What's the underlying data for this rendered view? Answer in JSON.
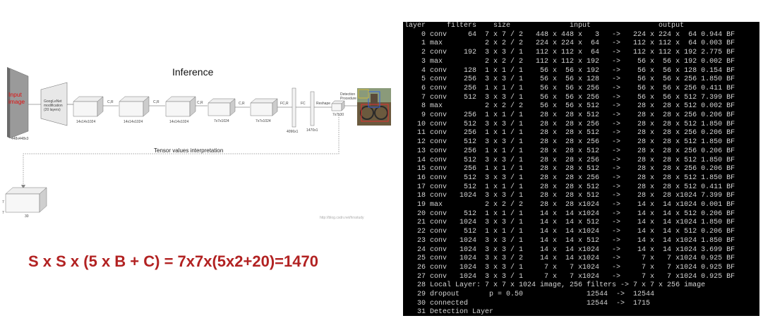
{
  "diagram": {
    "title": "Inference",
    "input_label": "Input image",
    "input_size": "448x448x3",
    "googlenet_label": "GoogLeNet modification (20 layers)",
    "block_sizes": [
      "14x14x1024",
      "14x14x1024",
      "14x14x1024",
      "7x7x1024",
      "7x7x1024"
    ],
    "conn_labels": [
      "C,R",
      "C,R",
      "C,R",
      "C,R",
      "FC,R",
      "FC",
      "Reshape"
    ],
    "fc1_size": "4096x1",
    "fc2_size": "1470x1",
    "reshape_size": "7x7x30",
    "detection_label": "Detection Procedure",
    "tensor_interpretation": "Tensor values interpretation",
    "tensor_dims": {
      "h": "7",
      "w": "30",
      "d": "7"
    },
    "watermark": "http://blog.csdn.net/hrsstudy"
  },
  "formula": "S x S x (5 x B + C) = 7x7x(5x2+20)=1470",
  "terminal": {
    "lines": [
      "layer     filters    size              input                output",
      "    0 conv     64  7 x 7 / 2   448 x 448 x   3   ->   224 x 224 x  64 0.944 BF",
      "    1 max          2 x 2 / 2   224 x 224 x  64   ->   112 x 112 x  64 0.003 BF",
      "    2 conv    192  3 x 3 / 1   112 x 112 x  64   ->   112 x 112 x 192 2.775 BF",
      "    3 max          2 x 2 / 2   112 x 112 x 192   ->    56 x  56 x 192 0.002 BF",
      "    4 conv    128  1 x 1 / 1    56 x  56 x 192   ->    56 x  56 x 128 0.154 BF",
      "    5 conv    256  3 x 3 / 1    56 x  56 x 128   ->    56 x  56 x 256 1.850 BF",
      "    6 conv    256  1 x 1 / 1    56 x  56 x 256   ->    56 x  56 x 256 0.411 BF",
      "    7 conv    512  3 x 3 / 1    56 x  56 x 256   ->    56 x  56 x 512 7.399 BF",
      "    8 max          2 x 2 / 2    56 x  56 x 512   ->    28 x  28 x 512 0.002 BF",
      "    9 conv    256  1 x 1 / 1    28 x  28 x 512   ->    28 x  28 x 256 0.206 BF",
      "   10 conv    512  3 x 3 / 1    28 x  28 x 256   ->    28 x  28 x 512 1.850 BF",
      "   11 conv    256  1 x 1 / 1    28 x  28 x 512   ->    28 x  28 x 256 0.206 BF",
      "   12 conv    512  3 x 3 / 1    28 x  28 x 256   ->    28 x  28 x 512 1.850 BF",
      "   13 conv    256  1 x 1 / 1    28 x  28 x 512   ->    28 x  28 x 256 0.206 BF",
      "   14 conv    512  3 x 3 / 1    28 x  28 x 256   ->    28 x  28 x 512 1.850 BF",
      "   15 conv    256  1 x 1 / 1    28 x  28 x 512   ->    28 x  28 x 256 0.206 BF",
      "   16 conv    512  3 x 3 / 1    28 x  28 x 256   ->    28 x  28 x 512 1.850 BF",
      "   17 conv    512  1 x 1 / 1    28 x  28 x 512   ->    28 x  28 x 512 0.411 BF",
      "   18 conv   1024  3 x 3 / 1    28 x  28 x 512   ->    28 x  28 x1024 7.399 BF",
      "   19 max          2 x 2 / 2    28 x  28 x1024   ->    14 x  14 x1024 0.001 BF",
      "   20 conv    512  1 x 1 / 1    14 x  14 x1024   ->    14 x  14 x 512 0.206 BF",
      "   21 conv   1024  3 x 3 / 1    14 x  14 x 512   ->    14 x  14 x1024 1.850 BF",
      "   22 conv    512  1 x 1 / 1    14 x  14 x1024   ->    14 x  14 x 512 0.206 BF",
      "   23 conv   1024  3 x 3 / 1    14 x  14 x 512   ->    14 x  14 x1024 1.850 BF",
      "   24 conv   1024  3 x 3 / 1    14 x  14 x1024   ->    14 x  14 x1024 3.699 BF",
      "   25 conv   1024  3 x 3 / 2    14 x  14 x1024   ->     7 x   7 x1024 0.925 BF",
      "   26 conv   1024  3 x 3 / 1     7 x   7 x1024   ->     7 x   7 x1024 0.925 BF",
      "   27 conv   1024  3 x 3 / 1     7 x   7 x1024   ->     7 x   7 x1024 0.925 BF",
      "   28 Local Layer: 7 x 7 x 1024 image, 256 filters -> 7 x 7 x 256 image",
      "   29 dropout       p = 0.50               12544  ->  12544",
      "   30 connected                            12544  ->  1715",
      "   31 Detection Layer"
    ]
  }
}
